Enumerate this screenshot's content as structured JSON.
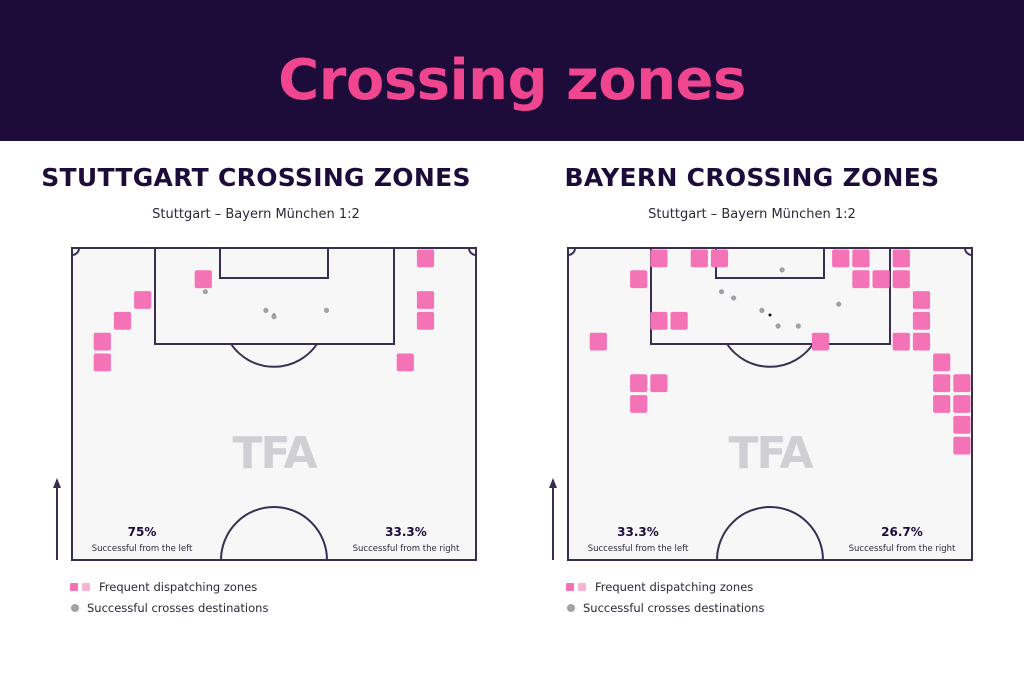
{
  "header": {
    "title": "Crossing zones"
  },
  "watermark": "TFA",
  "colors": {
    "banner": "#1d0b3a",
    "title": "#f0468f",
    "zone_frequent": "#f472b6",
    "zone_light": "#f9b4d4",
    "destination": "#a1a1aa",
    "pitch_line": "#3a2d52",
    "pitch_fill": "#f7f7f8"
  },
  "panels": [
    {
      "title": "STUTTGART CROSSING ZONES",
      "subtitle": "Stuttgart – Bayern München 1:2",
      "left_stat": {
        "value": "75%",
        "label": "Successful from the left"
      },
      "right_stat": {
        "value": "33.3%",
        "label": "Successful from the right"
      },
      "legend": {
        "zones": "Frequent dispatching zones",
        "destinations": "Successful crosses destinations"
      }
    },
    {
      "title": "BAYERN CROSSING ZONES",
      "subtitle": "Stuttgart – Bayern München 1:2",
      "left_stat": {
        "value": "33.3%",
        "label": "Successful from the left"
      },
      "right_stat": {
        "value": "26.7%",
        "label": "Successful from the right"
      },
      "legend": {
        "zones": "Frequent dispatching zones",
        "destinations": "Successful crosses destinations"
      }
    }
  ],
  "chart_data": [
    {
      "type": "scatter",
      "title": "STUTTGART CROSSING ZONES",
      "grid": "20 columns x 15 rows over the attacking half",
      "dispatch_zones": [
        [
          17,
          0
        ],
        [
          6,
          1
        ],
        [
          3,
          2
        ],
        [
          17,
          2
        ],
        [
          2,
          3
        ],
        [
          17,
          3
        ],
        [
          1,
          4
        ],
        [
          1,
          5
        ],
        [
          16,
          5
        ]
      ],
      "destinations": [
        {
          "x": 0.33,
          "y": 0.14
        },
        {
          "x": 0.48,
          "y": 0.2
        },
        {
          "x": 0.5,
          "y": 0.22
        },
        {
          "x": 0.63,
          "y": 0.2
        }
      ],
      "successful_from_left": "75%",
      "successful_from_right": "33.3%"
    },
    {
      "type": "scatter",
      "title": "BAYERN CROSSING ZONES",
      "grid": "20 columns x 15 rows over the attacking half",
      "dispatch_zones": [
        [
          4,
          0
        ],
        [
          6,
          0
        ],
        [
          7,
          0
        ],
        [
          13,
          0
        ],
        [
          14,
          0
        ],
        [
          16,
          0
        ],
        [
          3,
          1
        ],
        [
          14,
          1
        ],
        [
          15,
          1
        ],
        [
          16,
          1
        ],
        [
          17,
          2
        ],
        [
          4,
          3
        ],
        [
          5,
          3
        ],
        [
          17,
          3
        ],
        [
          1,
          4
        ],
        [
          12,
          4
        ],
        [
          16,
          4
        ],
        [
          17,
          4
        ],
        [
          18,
          5
        ],
        [
          3,
          6
        ],
        [
          4,
          6
        ],
        [
          18,
          6
        ],
        [
          19,
          6
        ],
        [
          3,
          7
        ],
        [
          18,
          7
        ],
        [
          19,
          7
        ],
        [
          19,
          8
        ],
        [
          19,
          9
        ]
      ],
      "destinations": [
        {
          "x": 0.53,
          "y": 0.07
        },
        {
          "x": 0.38,
          "y": 0.14
        },
        {
          "x": 0.41,
          "y": 0.16
        },
        {
          "x": 0.48,
          "y": 0.2
        },
        {
          "x": 0.52,
          "y": 0.25
        },
        {
          "x": 0.57,
          "y": 0.25
        },
        {
          "x": 0.67,
          "y": 0.18
        }
      ],
      "successful_from_left": "33.3%",
      "successful_from_right": "26.7%"
    }
  ]
}
